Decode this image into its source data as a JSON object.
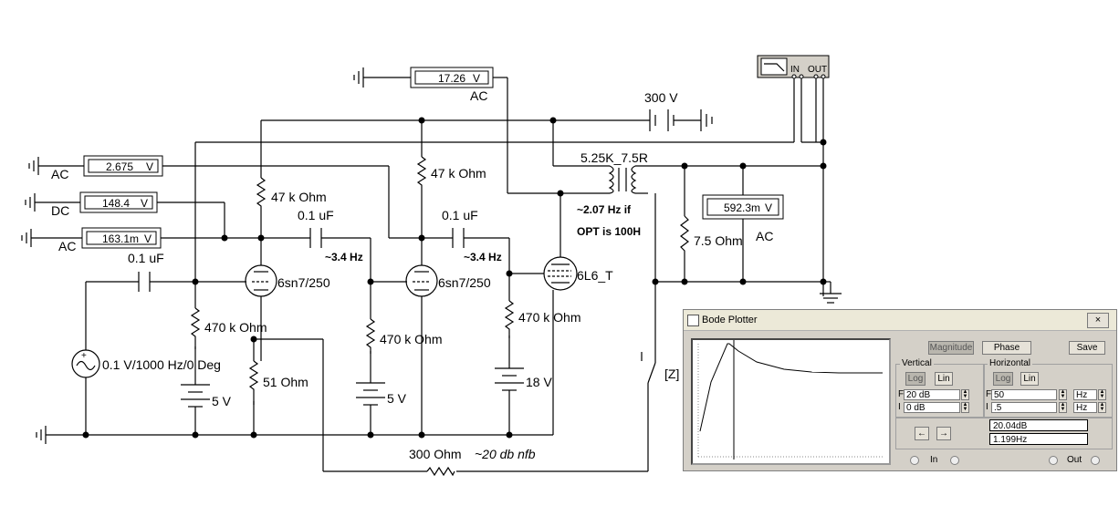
{
  "labels": {
    "v300": "300 V",
    "transformer": "5.25K_7.5R",
    "r47k_a": "47 k Ohm",
    "r47k_b": "47 k Ohm",
    "c01_a": "0.1 uF",
    "c01_b": "0.1 uF",
    "c01_in": "0.1 uF",
    "hz34_a": "~3.4 Hz",
    "hz34_b": "~3.4 Hz",
    "note1": "~2.07 Hz if",
    "note2": "OPT is 100H",
    "tube1": "6sn7/250",
    "tube2": "6sn7/250",
    "tube3": "6L6_T",
    "r470k_a": "470 k Ohm",
    "r470k_b": "470 k Ohm",
    "r470k_c": "470 k Ohm",
    "r51": "51  Ohm",
    "bat5_a": "5 V",
    "bat5_b": "5 V",
    "bat18": "18 V",
    "source": "0.1 V/1000 Hz/0 Deg",
    "r300": "300  Ohm",
    "nfb": "~20 db nfb",
    "r75": "7.5  Ohm",
    "switch_key": "[Z]",
    "ac_top": "AC",
    "ac_right": "AC",
    "ac_left1": "AC",
    "dc_left": "DC",
    "ac_left3": "AC"
  },
  "meters": {
    "top": {
      "value": "17.26",
      "unit": "V"
    },
    "left1": {
      "value": "2.675",
      "unit": "V"
    },
    "left2": {
      "value": "148.4",
      "unit": "V"
    },
    "left3": {
      "value": "163.1m",
      "unit": "V"
    },
    "right": {
      "value": "592.3m",
      "unit": "V"
    }
  },
  "bode_icon": {
    "in": "IN",
    "out": "OUT"
  },
  "bode": {
    "title": "Bode Plotter",
    "close": "×",
    "magnitude": "Magnitude",
    "phase": "Phase",
    "save": "Save",
    "vertical": "Vertical",
    "horizontal": "Horizontal",
    "log": "Log",
    "lin": "Lin",
    "f": "F",
    "i": "I",
    "v_f": "20 dB",
    "v_i": "0 dB",
    "h_f": "50",
    "h_i": ".5",
    "hz1": "Hz",
    "hz2": "Hz",
    "left_arrow": "←",
    "right_arrow": "→",
    "readout_db": "20.04dB",
    "readout_hz": "1.199Hz",
    "in": "In",
    "out": "Out",
    "curve_color": "#000000",
    "cursor_color": "#000000"
  }
}
